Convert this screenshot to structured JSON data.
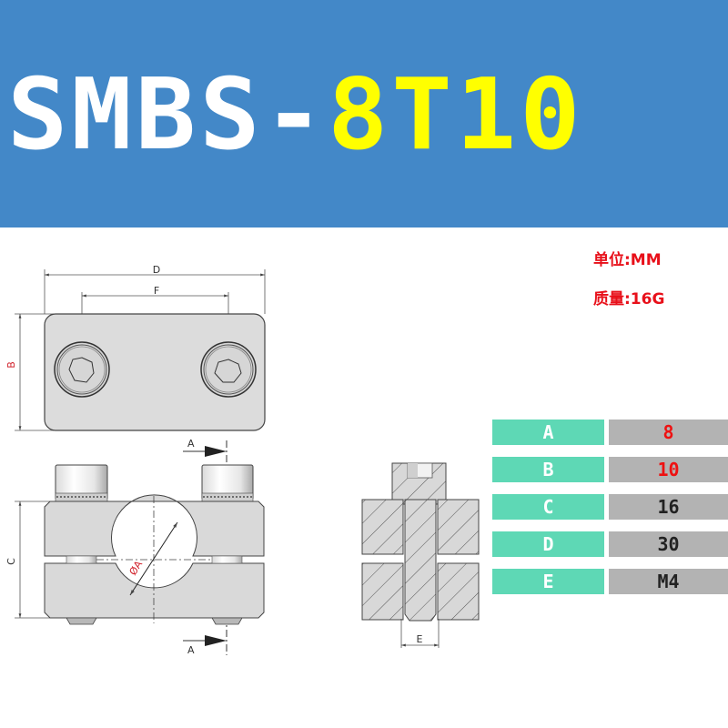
{
  "banner": {
    "title_part_1": "SMBS-",
    "title_part_2": "8T10",
    "background_color": "#4388c8",
    "title_color_1": "#ffffff",
    "title_color_2": "#ffff00"
  },
  "info": {
    "unit": "单位:MM",
    "mass": "质量:16G",
    "color": "#e8101a"
  },
  "drawing": {
    "top_view": {
      "dim_labels": {
        "D": "D",
        "F": "F",
        "B": "B"
      }
    },
    "front_view": {
      "dim_labels": {
        "C": "C",
        "diameter": "ØA",
        "section_top": "A",
        "section_bottom": "A"
      }
    },
    "section_view": {
      "dim_labels": {
        "E": "E"
      }
    }
  },
  "spec_table": {
    "label_color": "#5ed8b5",
    "value_bg_color": "#b3b3b3",
    "rows": [
      {
        "label": "A",
        "value": "8",
        "value_color": "#ee1111"
      },
      {
        "label": "B",
        "value": "10",
        "value_color": "#ee1111"
      },
      {
        "label": "C",
        "value": "16",
        "value_color": "#222222"
      },
      {
        "label": "D",
        "value": "30",
        "value_color": "#222222"
      },
      {
        "label": "E",
        "value": "M4",
        "value_color": "#222222"
      }
    ]
  }
}
